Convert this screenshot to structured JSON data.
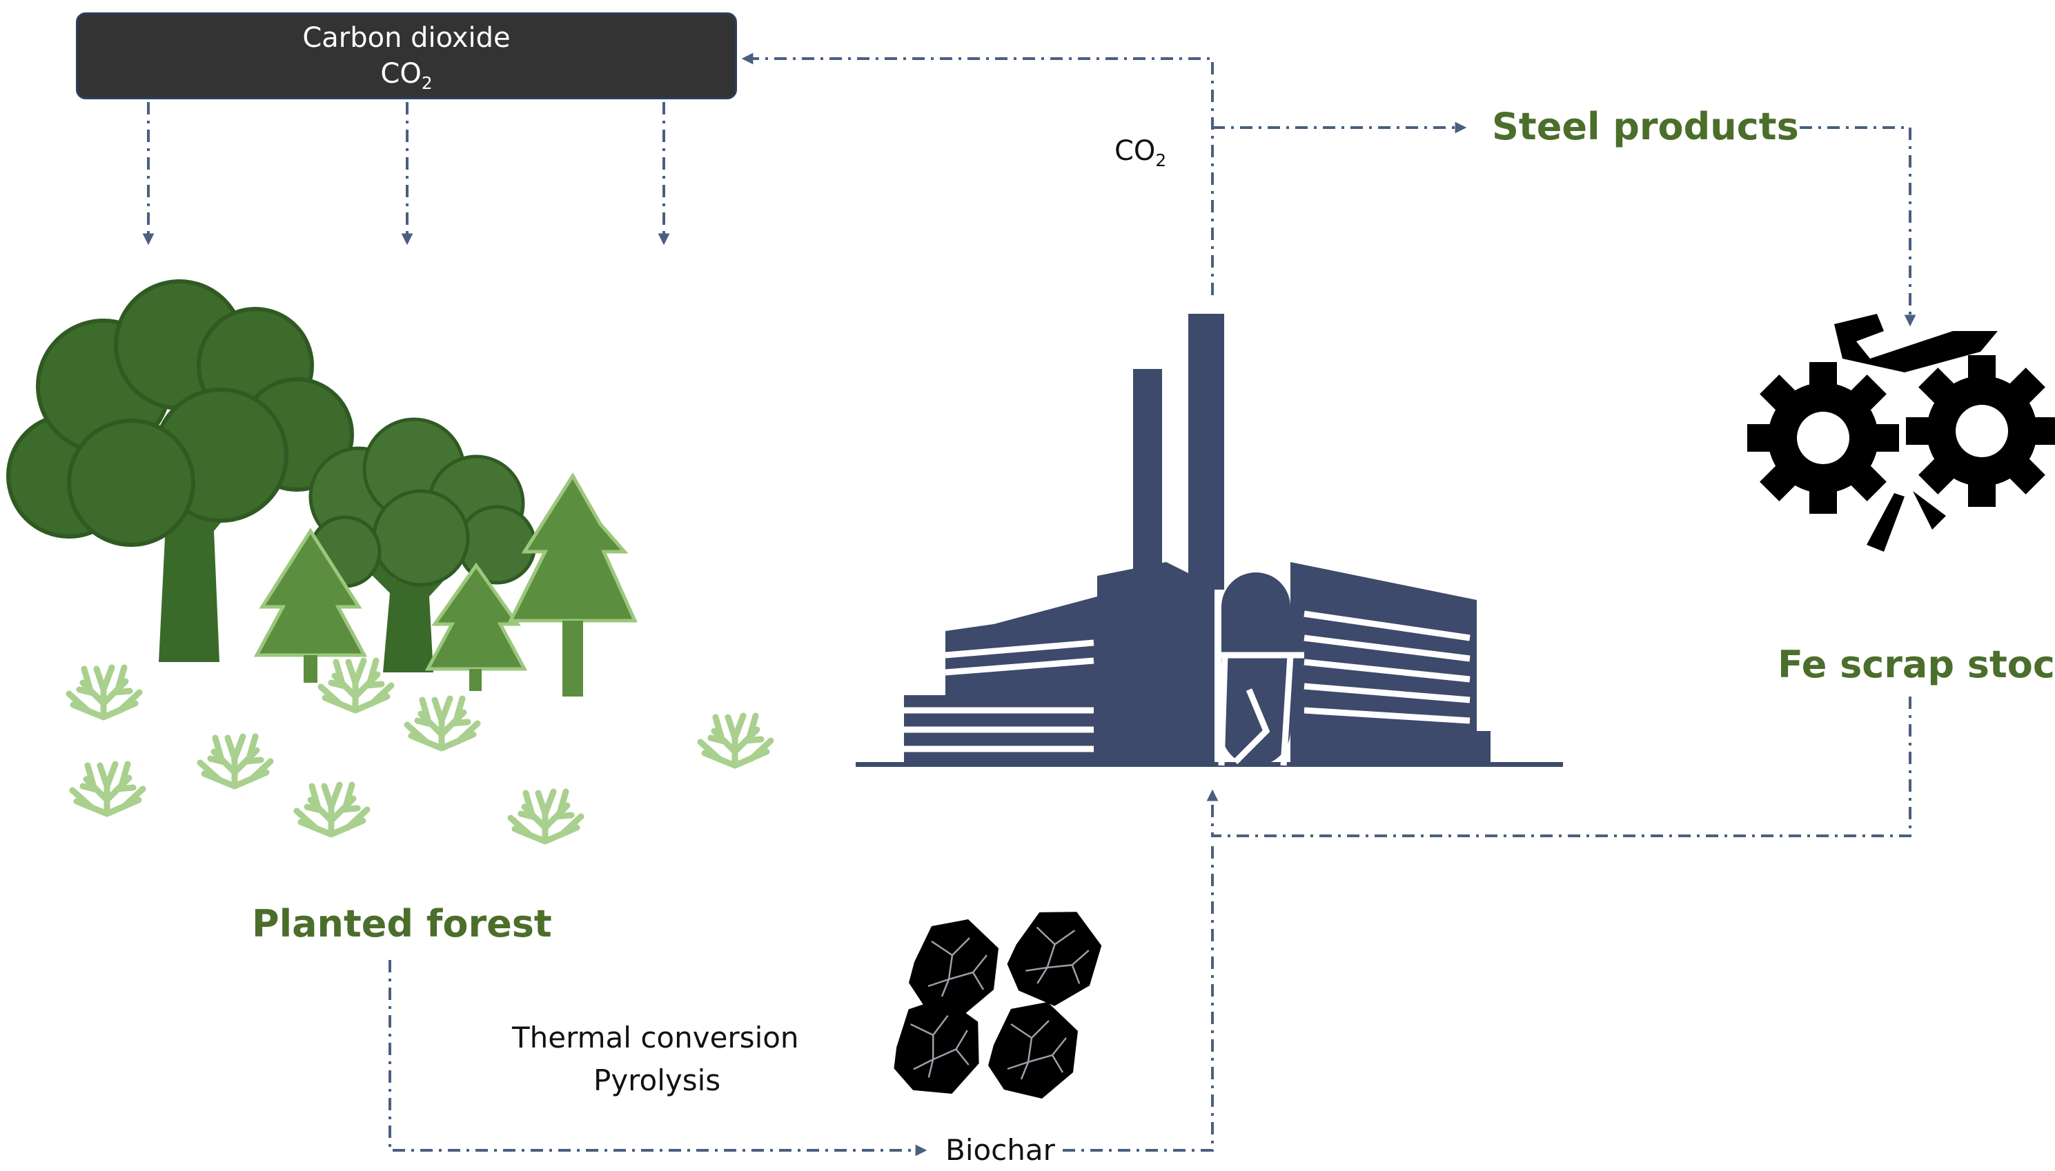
{
  "co2_box": {
    "line1": "Carbon dioxide",
    "line2_main": "CO",
    "line2_sub": "2"
  },
  "stack_emission": {
    "main": "CO",
    "sub": "2"
  },
  "labels": {
    "steel_products": "Steel products",
    "fe_scrap_stock": "Fe scrap stock",
    "planted_forest": "Planted forest",
    "thermal_line1": "Thermal conversion",
    "thermal_line2": "Pyrolysis",
    "biochar": "Biochar"
  },
  "colors": {
    "flow_arrow": "#4a5f80",
    "label_green": "#4b6e2b",
    "tree_dark": "#3a6a2a",
    "tree_mid": "#4d8a3a",
    "tree_light": "#6aa04c",
    "shrub": "#a9d08e",
    "factory": "#3d4a6b",
    "box_fill": "#333333",
    "icon_black": "#000000"
  },
  "icons": [
    "planted-forest-icon",
    "steel-plant-icon",
    "scrap-gears-icon",
    "biochar-icon"
  ]
}
